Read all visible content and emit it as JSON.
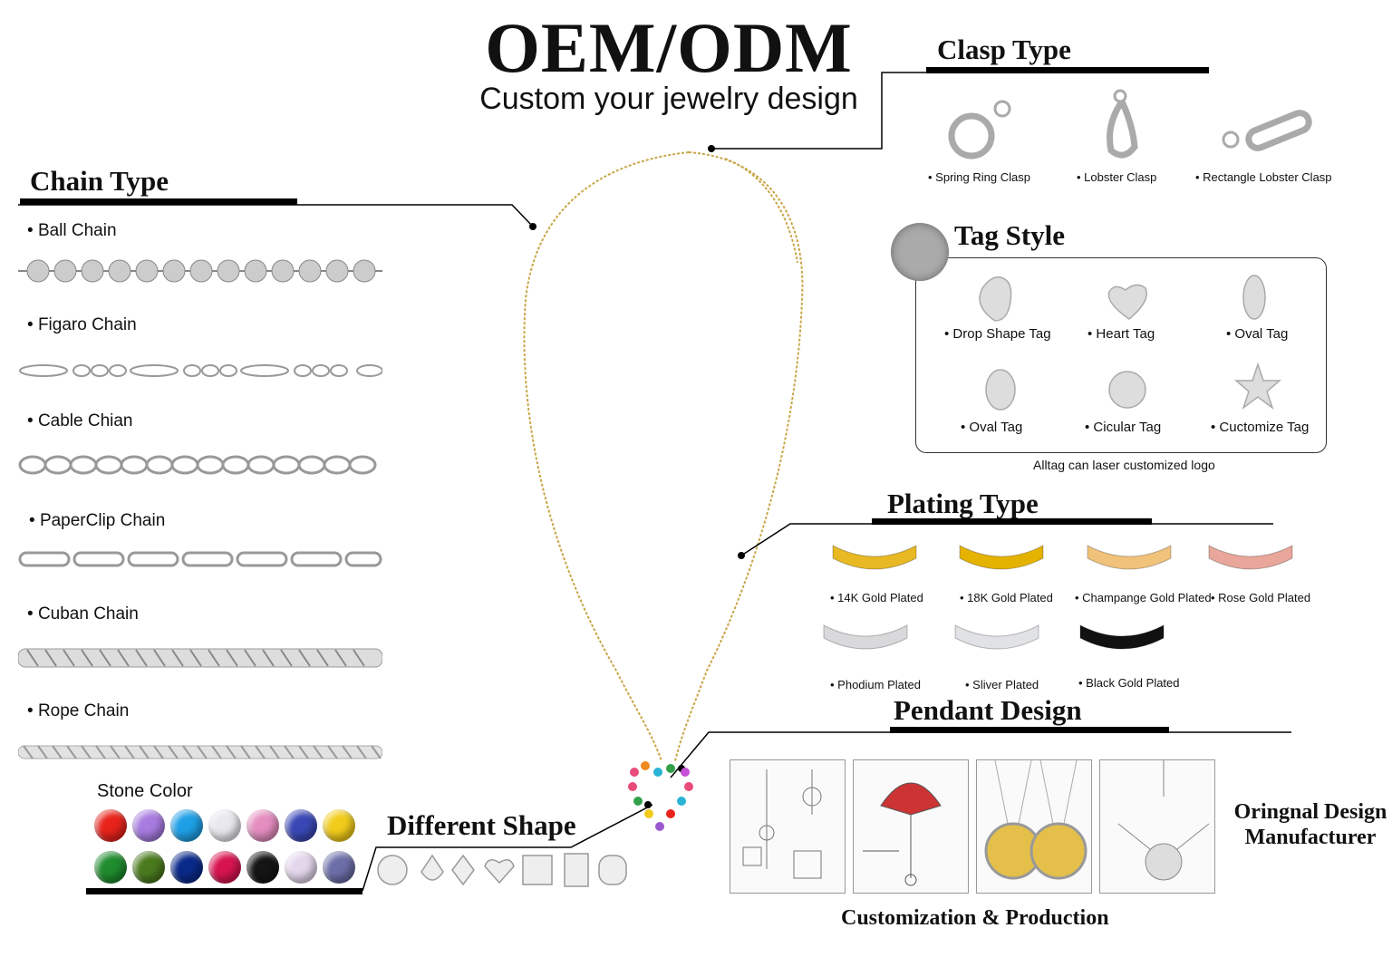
{
  "header": {
    "title": "OEM/ODM",
    "subtitle": "Custom your jewelry design"
  },
  "chain_type": {
    "heading": "Chain Type",
    "items": [
      "Ball Chain",
      "Figaro Chain",
      "Cable Chian",
      "PaperClip Chain",
      "Cuban Chain",
      "Rope Chain"
    ]
  },
  "clasp_type": {
    "heading": "Clasp Type",
    "items": [
      "Spring Ring Clasp",
      "Lobster Clasp",
      "Rectangle Lobster Clasp"
    ]
  },
  "tag_style": {
    "heading": "Tag Style",
    "items": [
      "Drop Shape Tag",
      "Heart Tag",
      "Oval Tag",
      "Oval Tag",
      "Cicular Tag",
      "Cuctomize Tag"
    ],
    "note": "Alltag can laser customized logo"
  },
  "plating_type": {
    "heading": "Plating Type",
    "items": [
      "14K Gold Plated",
      "18K Gold Plated",
      "Champange Gold Plated",
      "Rose Gold Plated",
      "Phodium Plated",
      "Sliver Plated",
      "Black Gold Plated"
    ],
    "colors": [
      "#e8b923",
      "#e4b300",
      "#f0c27a",
      "#e8a79a",
      "#d9d9dc",
      "#e1e2e6",
      "#111111"
    ]
  },
  "stone_color": {
    "heading": "Stone Color",
    "colors": [
      "#e8231b",
      "#a77be0",
      "#1e9fe6",
      "#e8e8ee",
      "#e58ec0",
      "#3a48b6",
      "#f1cc1a",
      "#1f8c2e",
      "#4a7a1e",
      "#0a2a8a",
      "#d81450",
      "#151515",
      "#e4d7ec",
      "#6c6ea8"
    ]
  },
  "different_shape": {
    "heading": "Different Shape"
  },
  "pendant_design": {
    "heading": "Pendant Design",
    "caption": "Customization & Production",
    "side_label": "Oringnal Design Manufacturer"
  }
}
